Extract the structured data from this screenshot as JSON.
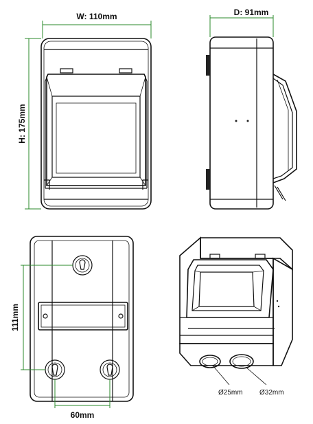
{
  "dimensions": {
    "width_label": "W: 110mm",
    "height_label": "H: 175mm",
    "depth_label": "D: 91mm",
    "mount_height_label": "111mm",
    "mount_width_label": "60mm"
  },
  "holes": {
    "small_label": "Ø25mm",
    "large_label": "Ø32mm"
  },
  "colors": {
    "dimension_line": "#2a8a2a",
    "outline": "#111111"
  }
}
